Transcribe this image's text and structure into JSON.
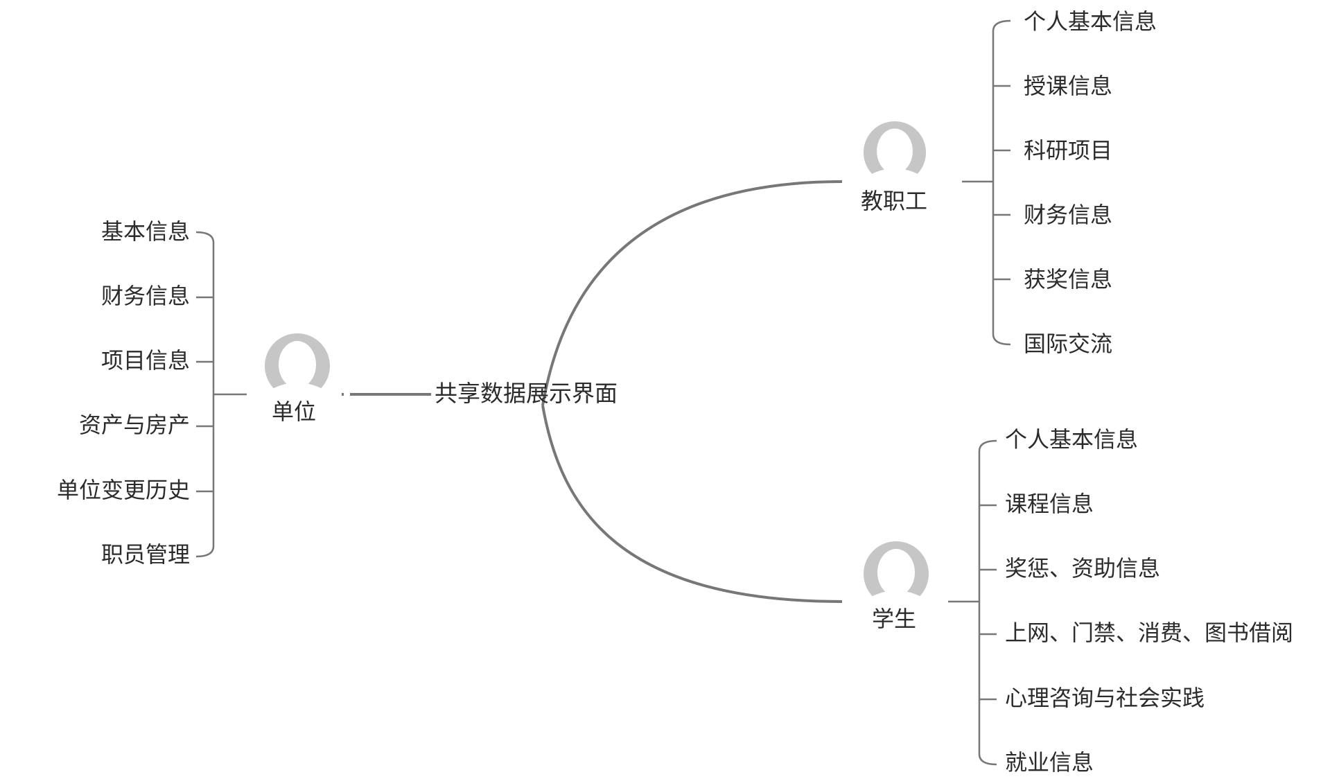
{
  "root": {
    "label": "共享数据展示界面"
  },
  "branches": {
    "unit": {
      "label": "单位",
      "icon": "user-avatar-icon",
      "items": [
        "基本信息",
        "财务信息",
        "项目信息",
        "资产与房产",
        "单位变更历史",
        "职员管理"
      ]
    },
    "staff": {
      "label": "教职工",
      "icon": "user-avatar-icon",
      "items": [
        "个人基本信息",
        "授课信息",
        "科研项目",
        "财务信息",
        "获奖信息",
        "国际交流"
      ]
    },
    "student": {
      "label": "学生",
      "icon": "user-avatar-icon",
      "items": [
        "个人基本信息",
        "课程信息",
        "奖惩、资助信息",
        "上网、门禁、消费、图书借阅",
        "心理咨询与社会实践",
        "就业信息"
      ]
    }
  },
  "colors": {
    "line": "#777777",
    "avatar": "#c6c6c6",
    "text": "#2b2b2b"
  }
}
